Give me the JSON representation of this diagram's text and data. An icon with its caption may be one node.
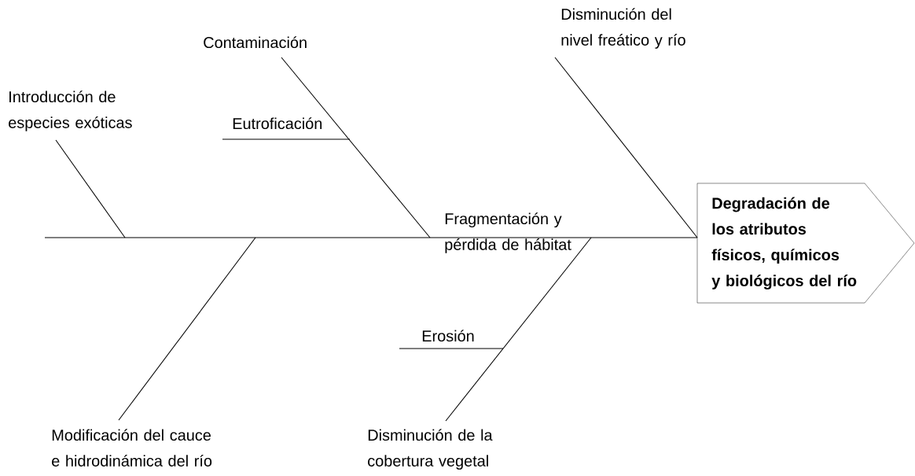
{
  "diagram": {
    "nodes": [
      {
        "text": [
          "Disminución del nivel freático y río"
        ]
      },
      {
        "text": [
          "Contaminación"
        ]
      },
      {
        "text": [
          "Introducción de especies exóticas"
        ]
      },
      {
        "text": [
          "Eutroficación"
        ]
      },
      {
        "text": [
          "Degradación de los atributos físicos, químicos y biológicos del río"
        ]
      },
      {
        "text": [
          "Erosión"
        ]
      },
      {
        "text": [
          "Modificación del cauce e hidrodinámica del río"
        ]
      },
      {
        "text": [
          "Disminución de la cobertura vegetal"
        ]
      }
    ],
    "edges": [
      {
        "from": null,
        "to": 4,
        "arrow": "none"
      },
      {
        "from": 2,
        "to": null,
        "arrow": "none"
      },
      {
        "from": 1,
        "to": null,
        "arrow": "none"
      },
      {
        "from": 3,
        "to": null,
        "arrow": "none"
      },
      {
        "from": 0,
        "to": 4,
        "arrow": "none"
      },
      {
        "from": 6,
        "to": null,
        "arrow": "none"
      },
      {
        "from": 7,
        "to": null,
        "arrow": "none"
      },
      {
        "from": 5,
        "to": null,
        "arrow": "none"
      }
    ],
    "labels": [
      "Fragmentación y pérdida de hábitat"
    ]
  }
}
